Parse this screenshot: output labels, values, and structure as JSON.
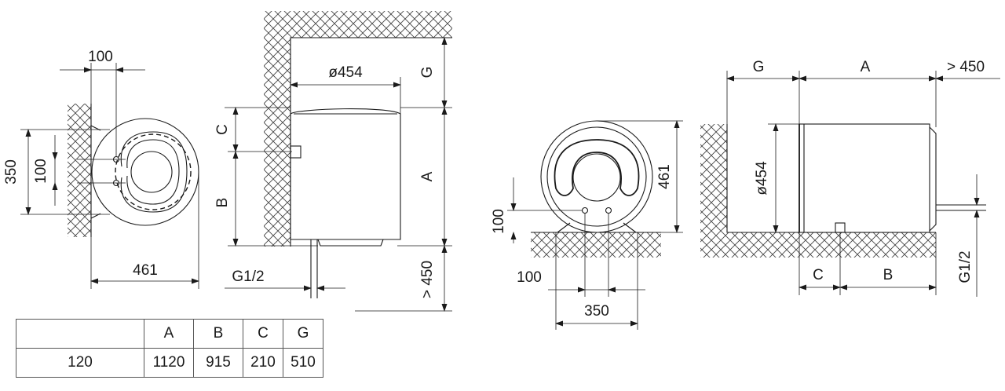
{
  "labels": {
    "dim_100_top": "100",
    "dim_350_side": "350",
    "dim_100_side": "100",
    "dim_461_bottom": "461",
    "dim_d454_top": "ø454",
    "dim_c": "C",
    "dim_b": "B",
    "dim_g": "G",
    "dim_a": "A",
    "dim_g12": "G1/2",
    "dim_gt450": "> 450",
    "dim_461_right": "461",
    "dim_100_left": "100",
    "dim_100_low": "100",
    "dim_350_bottom": "350",
    "h_g": "G",
    "h_a": "A",
    "h_gt450": "> 450",
    "h_d454": "ø454",
    "h_c": "C",
    "h_b": "B",
    "h_g12": "G1/2"
  },
  "table": {
    "headers": [
      "",
      "A",
      "B",
      "C",
      "G"
    ],
    "rows": [
      [
        "120",
        "1120",
        "915",
        "210",
        "510"
      ]
    ]
  }
}
